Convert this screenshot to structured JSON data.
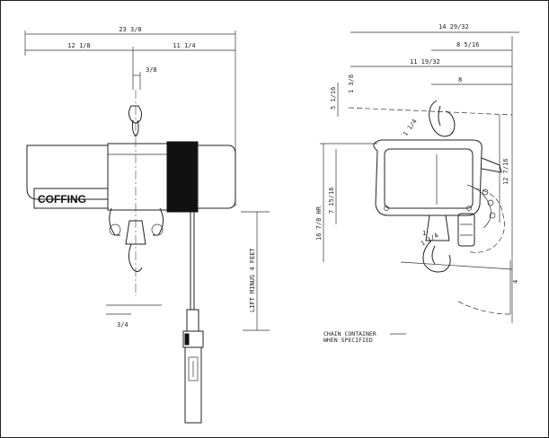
{
  "front_view": {
    "brand": "COFFING",
    "dims": {
      "overall_width": "23 3/8",
      "left_width": "12 1/8",
      "right_width": "11 1/4",
      "hook_offset": "3/8",
      "bottom_offset": "3/4",
      "lift": "LIFT MINUS 4 FEET"
    }
  },
  "side_view": {
    "dims": {
      "top_width": "14 29/32",
      "right_width": "8 5/16",
      "mid_width": "11 19/32",
      "inner_width": "8",
      "top_hook_height": "5 1/16",
      "hook_small": "1 3/8",
      "hook_throat_top": "1 1/4",
      "right_height": "12 7/16",
      "overall_height": "16 7/8 HR",
      "body_height": "7 15/16",
      "hook_throat_bottom": "1 1/4",
      "hook_small_bottom": "1",
      "bottom_right": "4"
    },
    "note_line1": "CHAIN CONTAINER",
    "note_line2": "WHEN SPECIFIED"
  }
}
